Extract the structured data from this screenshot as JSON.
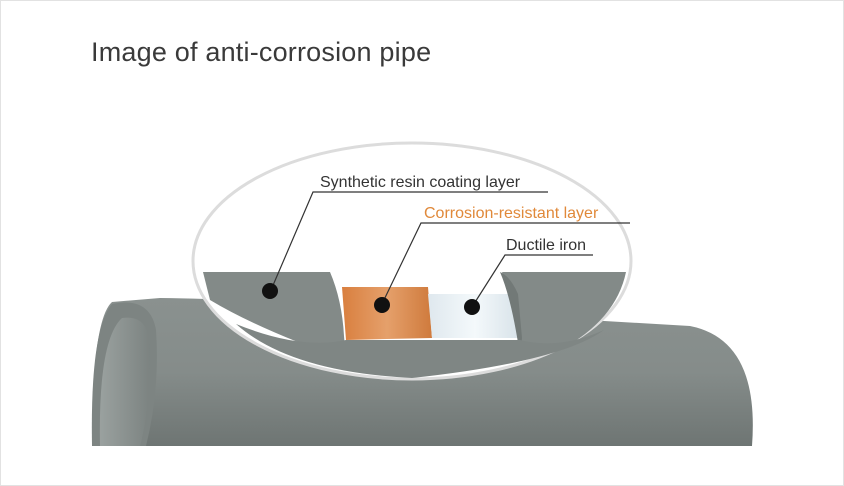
{
  "title": "Image of anti-corrosion pipe",
  "labels": {
    "synthetic_resin": "Synthetic resin coating layer",
    "corrosion_resistant": "Corrosion-resistant layer",
    "ductile_iron": "Ductile iron"
  },
  "colors": {
    "text": "#333333",
    "accent": "#e0893a",
    "pipe": "#8c9290",
    "copper": "#d88a52",
    "iron": "#eaf2f6",
    "ellipse_border": "#dcdcdc"
  }
}
